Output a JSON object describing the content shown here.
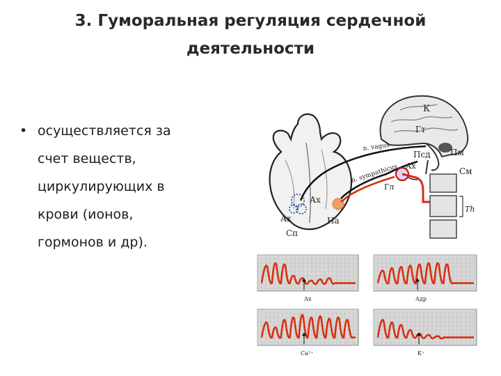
{
  "slide": {
    "title_line1": "3. Гуморальная регуляция сердечной",
    "title_line2": "деятельности",
    "bullet_marker": "•",
    "bullet_lines": [
      "осуществляется за",
      "счет  веществ,",
      "циркулирующих  в",
      "крови (ионов,",
      "гормонов и др)."
    ]
  },
  "figure": {
    "labels": {
      "k": "К",
      "gt": "Гт",
      "n_vagus": "n. vagus",
      "psd": "Псд",
      "pm": "Пм",
      "ax_top": "Ах",
      "n_sympathicus": "n. sympathicus",
      "gl": "Гл",
      "sm": "См",
      "th": "Th",
      "ax_heart1": "Ах",
      "ax_heart2": "Ах",
      "na": "На",
      "sp": "Сп"
    },
    "traces": [
      {
        "label": "Ах"
      },
      {
        "label": "Адр"
      },
      {
        "label": "Ca²⁺"
      },
      {
        "label": "K⁺"
      }
    ]
  }
}
